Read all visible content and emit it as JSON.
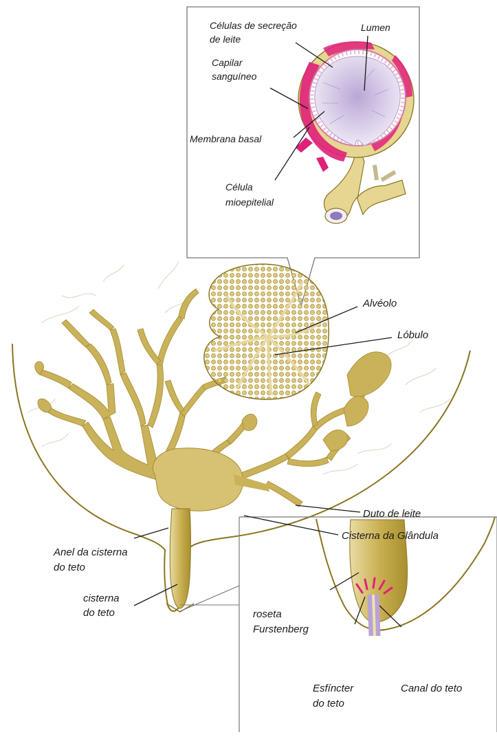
{
  "labels": {
    "celulas_secrecao_1": "Células de secreção",
    "celulas_secrecao_2": "de leite",
    "lumen": "Lumen",
    "capilar_1": "Capilar",
    "capilar_2": "sanguíneo",
    "membrana_basal": "Membrana basal",
    "celula_mioepitelial_1": "Célula",
    "celula_mioepitelial_2": "mioepitelial",
    "alveolo": "Alvéolo",
    "lobulo": "Lóbulo",
    "duto_de_leite": "Duto de leite",
    "cisterna_glandula": "Cisterna da Glândula",
    "anel_cisterna_1": "Anel da cisterna",
    "anel_cisterna_2": "do teto",
    "cisterna_teto_1": "cisterna",
    "cisterna_teto_2": "do teto",
    "roseta_1": "roseta",
    "roseta_2": "Furstenberg",
    "esfincter_1": "Esfíncter",
    "esfincter_2": "do teto",
    "canal_teto": "Canal do teto"
  },
  "colors": {
    "tissue": "#c9b25a",
    "tissue_light": "#dfcf8a",
    "tissue_dark": "#a98f32",
    "outline": "#8a7420",
    "capillary": "#e0207a",
    "lumen": "#d6c9e6",
    "vein_light": "#d8d0b8"
  }
}
